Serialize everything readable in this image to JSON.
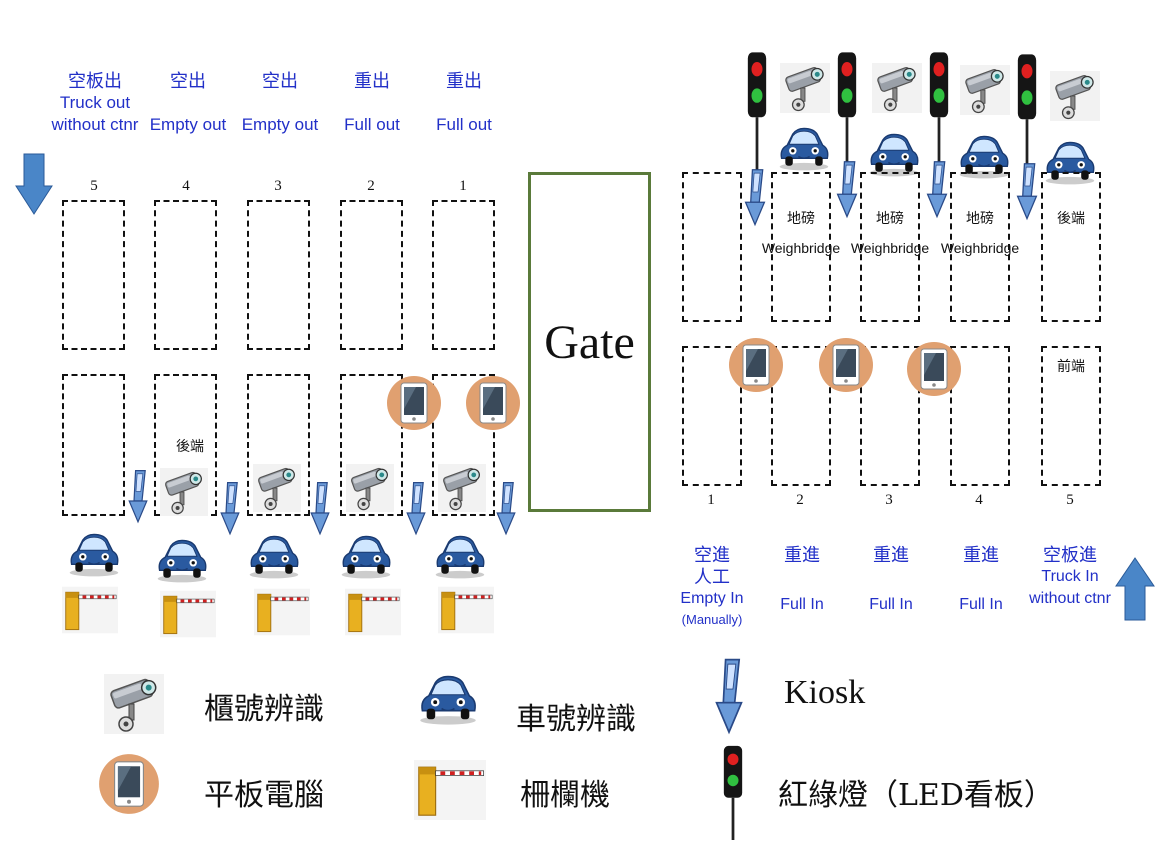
{
  "gate": {
    "label": "Gate"
  },
  "exit_lanes": [
    {
      "number": "5",
      "cn": "空板出",
      "en": "Truck out\nwithout ctnr"
    },
    {
      "number": "4",
      "cn": "空出",
      "en": "Empty out"
    },
    {
      "number": "3",
      "cn": "空出",
      "en": "Empty out"
    },
    {
      "number": "2",
      "cn": "重出",
      "en": "Full out"
    },
    {
      "number": "1",
      "cn": "重出",
      "en": "Full out"
    }
  ],
  "exit_rear_tag": "後端",
  "entry_lanes": [
    {
      "number": "1",
      "cn": "空進\n人工",
      "en": "Empty In",
      "note": "(Manually)"
    },
    {
      "number": "2",
      "cn": "重進",
      "en": "Full In",
      "note": ""
    },
    {
      "number": "3",
      "cn": "重進",
      "en": "Full In",
      "note": ""
    },
    {
      "number": "4",
      "cn": "重進",
      "en": "Full In",
      "note": ""
    },
    {
      "number": "5",
      "cn": "空板進",
      "en": "Truck In\nwithout ctnr",
      "note": ""
    }
  ],
  "weighbridge": {
    "cn": "地磅",
    "en": "Weighbridge"
  },
  "entry_tags": {
    "rear": "後端",
    "front": "前端"
  },
  "legend": {
    "camera": "櫃號辨識",
    "car": "車號辨識",
    "tablet": "平板電腦",
    "barrier": "柵欄機",
    "kiosk": "Kiosk",
    "traffic_light": "紅綠燈（LED看板）"
  },
  "colors": {
    "label_blue": "#2230c8",
    "gate_border": "#5a7a3a",
    "arrow_blue": "#4a86c8",
    "tablet_orange": "#e0a070",
    "car_blue": "#2a5aa0",
    "barrier_yellow": "#e8b020"
  }
}
